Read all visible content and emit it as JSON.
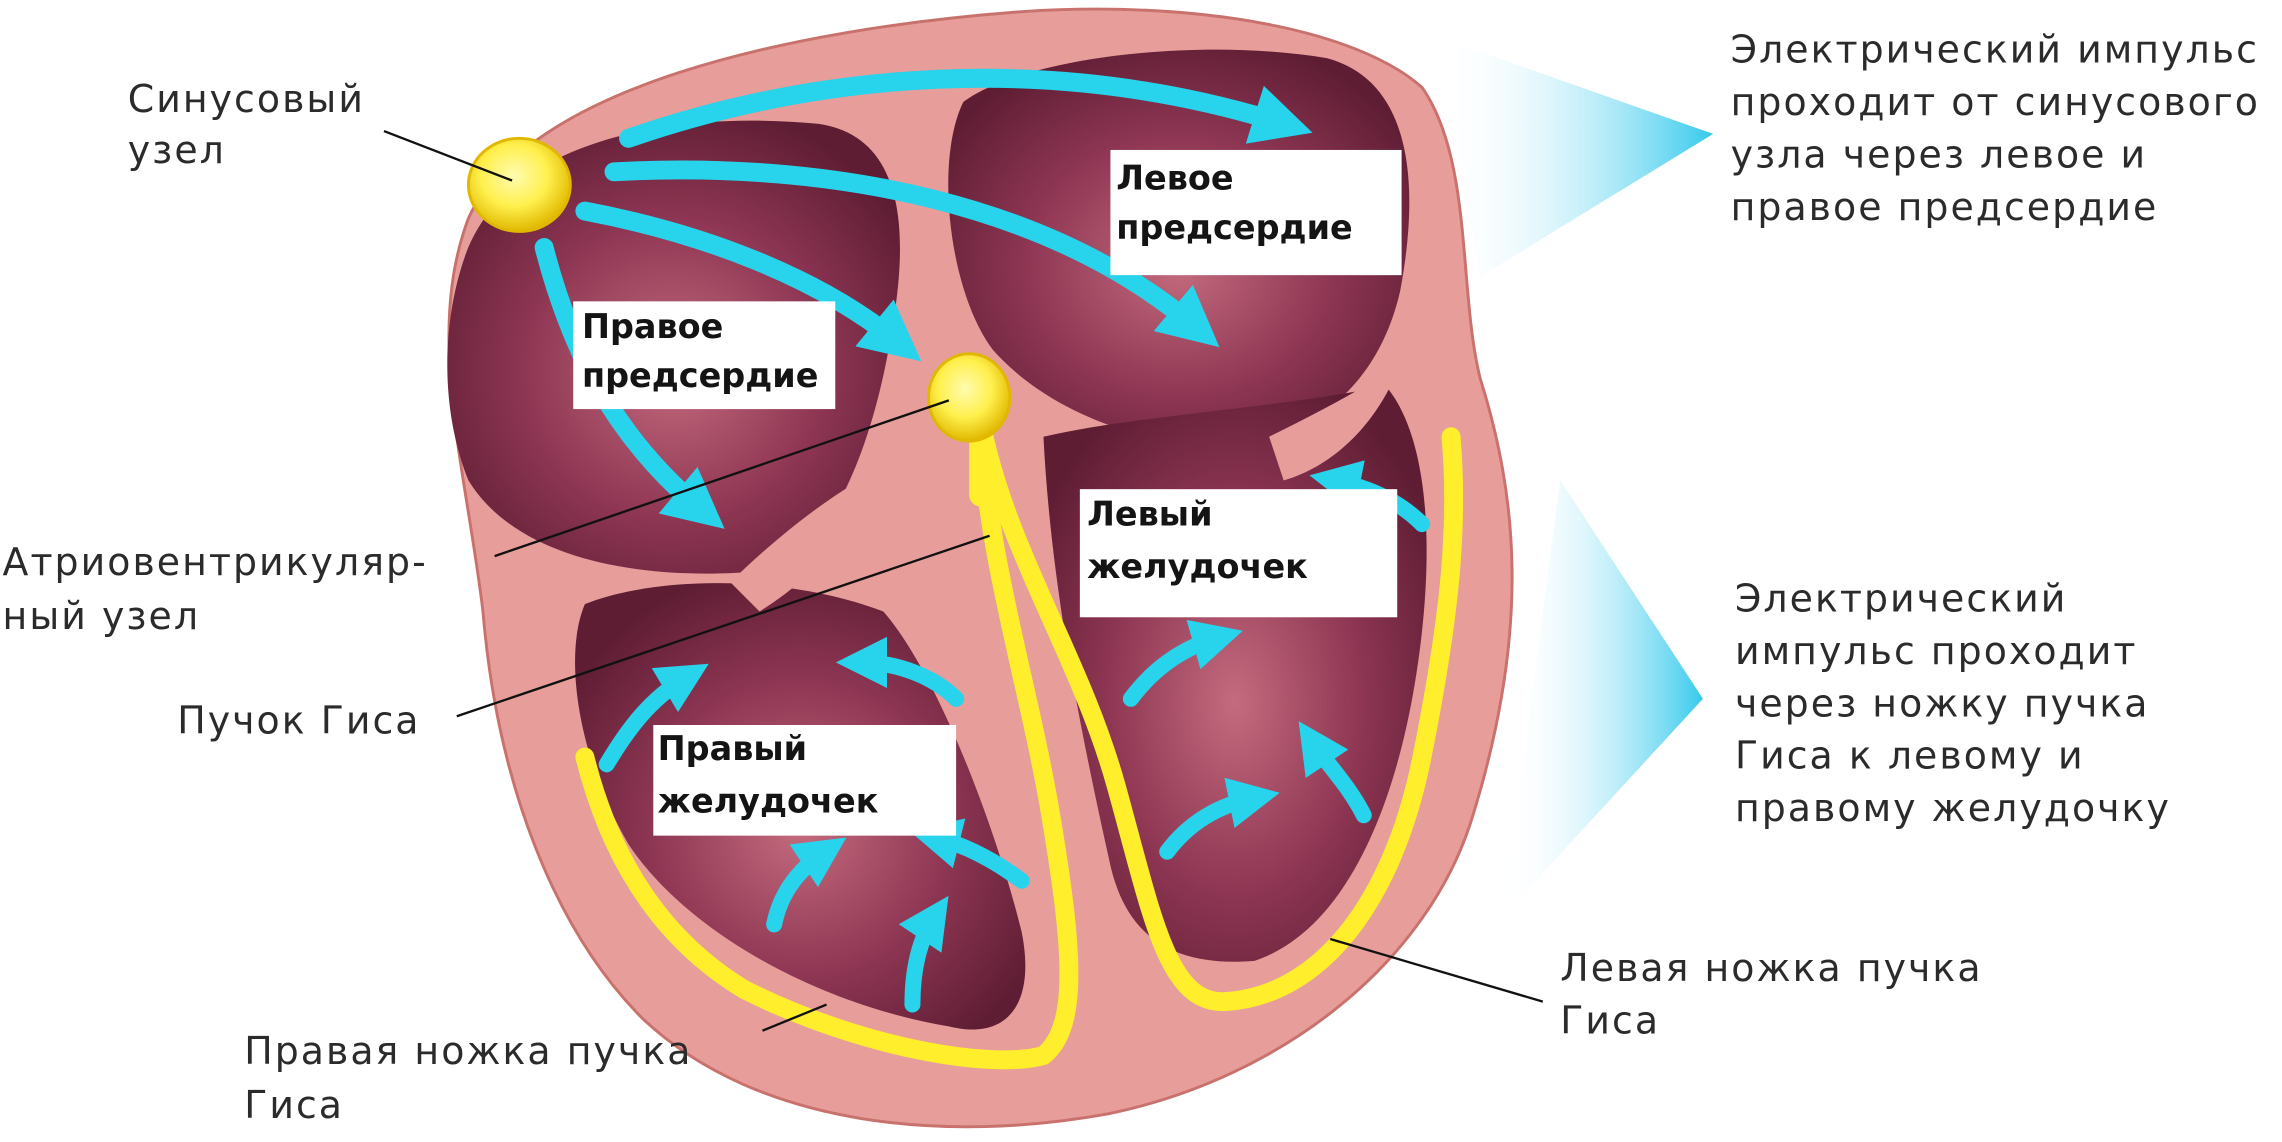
{
  "colors": {
    "wall": "#e79d9a",
    "wall_edge": "#c9716c",
    "chamber": "#7d2a45",
    "chamber_glow": "#bc6478",
    "impulse": "#28d3ec",
    "node": "#fff04d",
    "node_core": "#f0c800",
    "bundle": "#ffee2c",
    "leader": "#111111",
    "text": "#2b2b2b",
    "label_box": "#ffffff"
  },
  "labels": {
    "sinus_node": [
      "Синусовый",
      "узел"
    ],
    "av_node": [
      "Атриовентрикуляр-",
      "ный узел"
    ],
    "his_bundle": "Пучок Гиса",
    "right_bundle_branch": [
      "Правая ножка пучка",
      "Гиса"
    ],
    "left_bundle_branch": [
      "Левая ножка пучка",
      "Гиса"
    ],
    "right_atrium": [
      "Правое",
      "предсердие"
    ],
    "left_atrium": [
      "Левое",
      "предсердие"
    ],
    "right_ventricle": [
      "Правый",
      "желудочек"
    ],
    "left_ventricle": [
      "Левый",
      "желудочек"
    ]
  },
  "notes": {
    "atria_impulse": [
      "Электрический импульс",
      "проходит от синусового",
      "узла через левое и",
      "правое предсердие"
    ],
    "ventricles_impulse": [
      "Электрический",
      "импульс проходит",
      "через ножку пучка",
      "Гиса к левому и",
      "правому желудочку"
    ]
  },
  "icons": {
    "impulse_arrow": "arrow-icon",
    "callout_pointer": "wedge-pointer-icon"
  }
}
